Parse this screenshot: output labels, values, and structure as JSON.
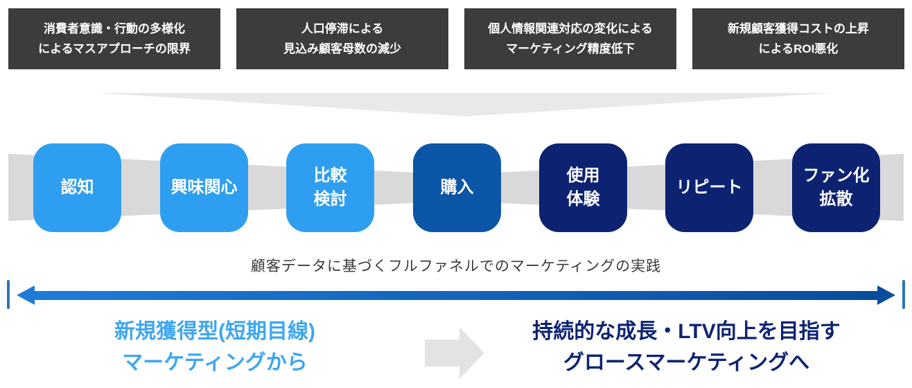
{
  "challenges": [
    {
      "lines": [
        "消費者意識・行動の多様化",
        "によるマスアプローチの限界"
      ]
    },
    {
      "lines": [
        "人口停滞による",
        "見込み顧客母数の減少"
      ]
    },
    {
      "lines": [
        "個人情報関連対応の変化による",
        "マーケティング精度低下"
      ]
    },
    {
      "lines": [
        "新規顧客獲得コストの上昇",
        "によるROI悪化"
      ]
    }
  ],
  "funnel": {
    "stages": [
      {
        "label": "認知",
        "lines": [
          "認知"
        ],
        "color": "#2E9FF0"
      },
      {
        "label": "興味関心",
        "lines": [
          "興味関心"
        ],
        "color": "#2E9FF0"
      },
      {
        "label": "比較検討",
        "lines": [
          "比較",
          "検討"
        ],
        "color": "#2E9FF0"
      },
      {
        "label": "購入",
        "lines": [
          "購入"
        ],
        "color": "#0B56A7"
      },
      {
        "label": "使用体験",
        "lines": [
          "使用",
          "体験"
        ],
        "color": "#0D2372"
      },
      {
        "label": "リピート",
        "lines": [
          "リピート"
        ],
        "color": "#0D2372"
      },
      {
        "label": "ファン化拡散",
        "lines": [
          "ファン化",
          "拡散"
        ],
        "color": "#0D2372"
      }
    ]
  },
  "caption": "顧客データに基づくフルファネルでのマーケティングの実践",
  "transition": {
    "from": {
      "lines": [
        "新規獲得型(短期目線)",
        "マーケティングから"
      ],
      "color": "#3EA6F2"
    },
    "arrow_icon": "right-block-arrow",
    "to": {
      "lines": [
        "持続的な成長・LTV向上を目指す",
        "グロースマーケティングへ"
      ],
      "color": "#0D2372"
    }
  },
  "colors": {
    "challenge_bg": "#3C3C3C",
    "stage_light_blue": "#2E9FF0",
    "stage_mid_blue": "#0B56A7",
    "stage_navy": "#0D2372",
    "band_gray": "#D9D9D9",
    "chevron_gray": "#E9E9E9",
    "block_arrow_gray": "#E3E3E3",
    "axis_arrow_start": "#1E7CD8",
    "axis_arrow_end": "#0A4C9C",
    "axis_end_bar": "#2E75B6"
  }
}
